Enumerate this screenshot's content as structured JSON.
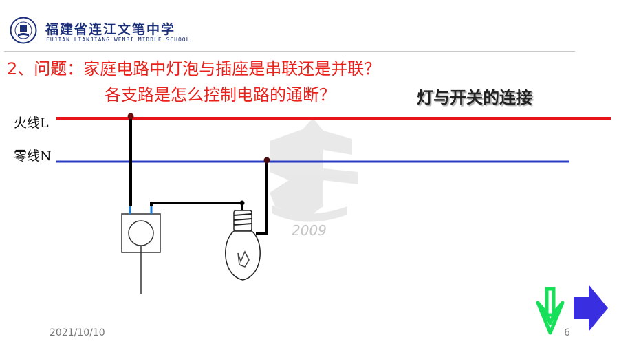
{
  "header": {
    "school_name_cn": "福建省连江文笔中学",
    "school_name_en": "FUJIAN LIANJIANG WENBI MIDDLE SCHOOL"
  },
  "question": {
    "line1": "2、问题：家庭电路中灯泡与插座是串联还是并联？",
    "line2": "各支路是怎么控制电路的通断？"
  },
  "topic": "灯与开关的连接",
  "diagram": {
    "live_wire_label": "火线L",
    "neutral_wire_label": "零线N",
    "live_color": "#e8141b",
    "neutral_color": "#2a3cc2",
    "watermark_year": "2009"
  },
  "nav": {
    "down_arrow_icon": "down-arrow-icon",
    "next_arrow_icon": "right-arrow-icon",
    "down_color": "#16e05a",
    "next_color": "#3a2fe0"
  },
  "footer": {
    "date": "2021/10/10",
    "page": "6"
  }
}
